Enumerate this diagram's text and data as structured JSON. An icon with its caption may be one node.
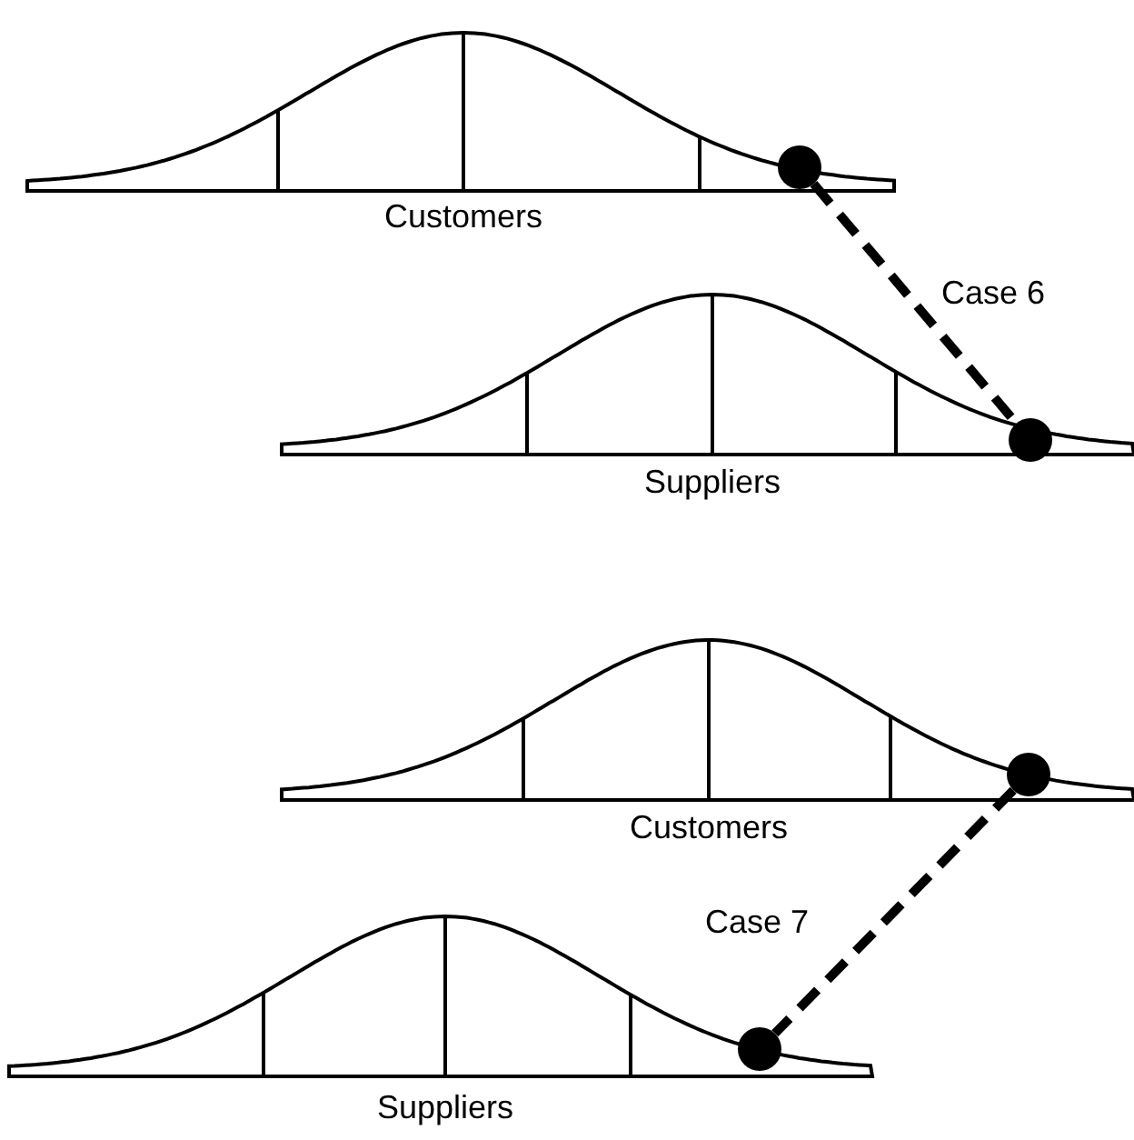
{
  "diagram": {
    "nodes": [
      {
        "text": [
          "Customers"
        ]
      },
      {
        "text": [],
        "shape": "circle"
      },
      {
        "text": [
          "Suppliers"
        ]
      },
      {
        "text": [],
        "shape": "circle"
      },
      {
        "text": [
          "Customers"
        ]
      },
      {
        "text": [],
        "shape": "circle"
      },
      {
        "text": [
          "Suppliers"
        ]
      },
      {
        "text": [],
        "shape": "circle"
      }
    ],
    "edges": [
      {
        "from": 1,
        "to": 3,
        "arrow": "none",
        "style": "dashed",
        "label": "Case 6"
      },
      {
        "from": 5,
        "to": 7,
        "arrow": "none",
        "style": "dashed",
        "label": "Case 7"
      }
    ]
  }
}
